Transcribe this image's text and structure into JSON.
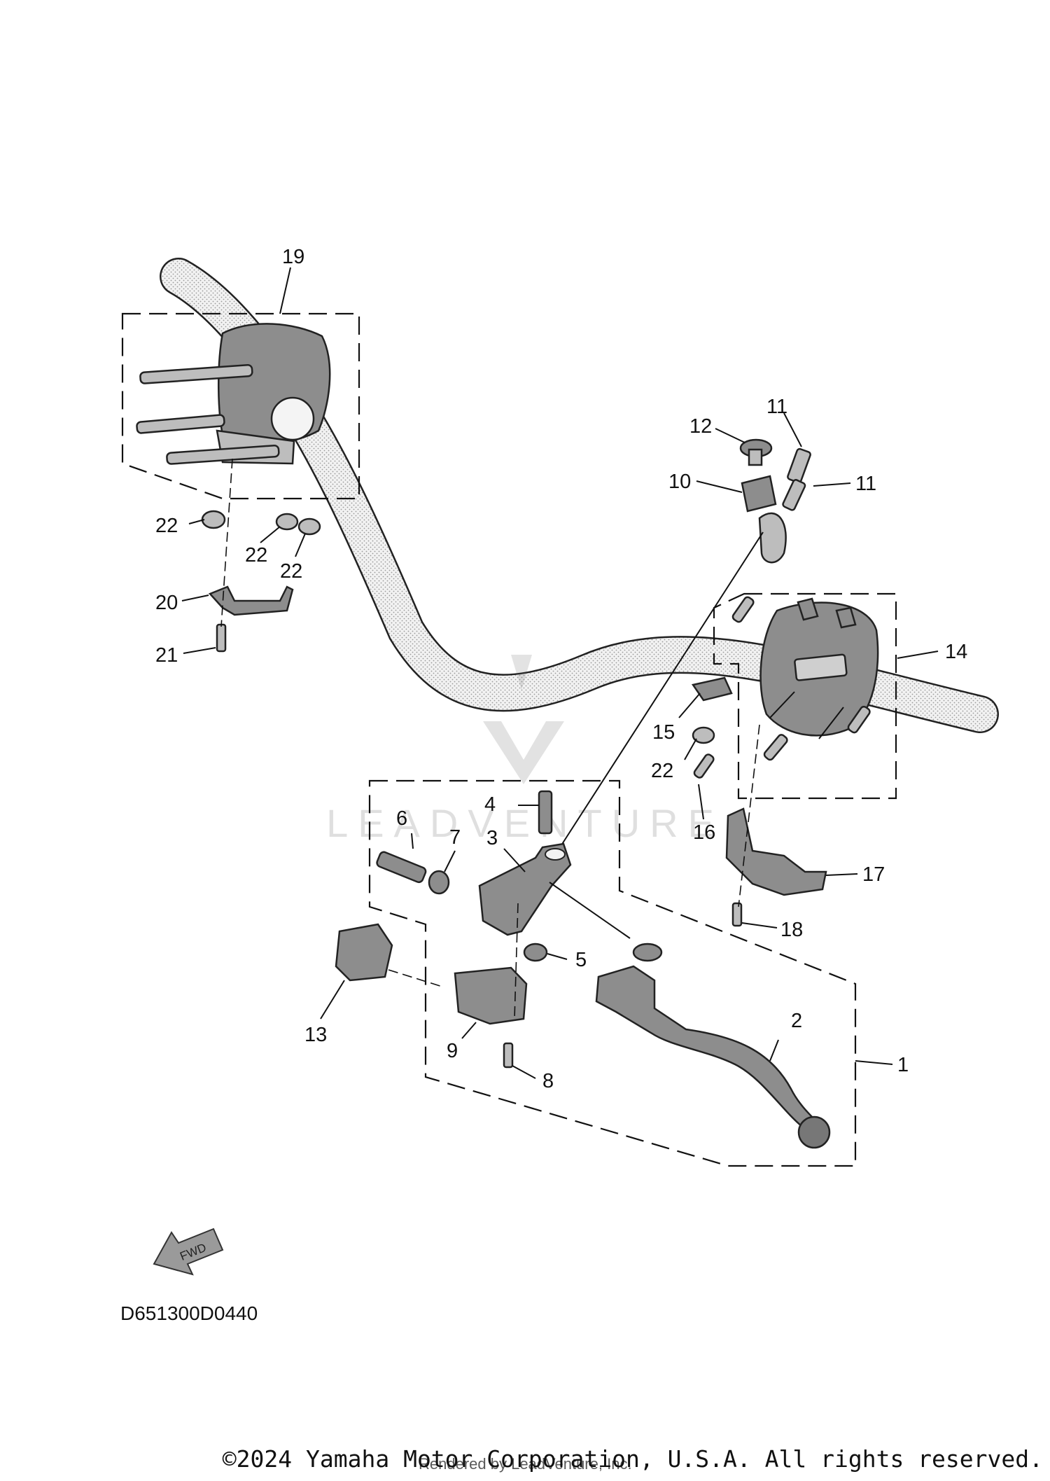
{
  "diagram": {
    "callouts": [
      {
        "id": "c1",
        "label": "1"
      },
      {
        "id": "c2",
        "label": "2"
      },
      {
        "id": "c3",
        "label": "3"
      },
      {
        "id": "c4",
        "label": "4"
      },
      {
        "id": "c5",
        "label": "5"
      },
      {
        "id": "c6",
        "label": "6"
      },
      {
        "id": "c7",
        "label": "7"
      },
      {
        "id": "c8",
        "label": "8"
      },
      {
        "id": "c9",
        "label": "9"
      },
      {
        "id": "c10",
        "label": "10"
      },
      {
        "id": "c11a",
        "label": "11"
      },
      {
        "id": "c11b",
        "label": "11"
      },
      {
        "id": "c12",
        "label": "12"
      },
      {
        "id": "c13",
        "label": "13"
      },
      {
        "id": "c14",
        "label": "14"
      },
      {
        "id": "c15",
        "label": "15"
      },
      {
        "id": "c16",
        "label": "16"
      },
      {
        "id": "c17",
        "label": "17"
      },
      {
        "id": "c18",
        "label": "18"
      },
      {
        "id": "c19",
        "label": "19"
      },
      {
        "id": "c20",
        "label": "20"
      },
      {
        "id": "c21",
        "label": "21"
      },
      {
        "id": "c22a",
        "label": "22"
      },
      {
        "id": "c22b",
        "label": "22"
      },
      {
        "id": "c22c",
        "label": "22"
      },
      {
        "id": "c22d",
        "label": "22"
      }
    ],
    "fwd_label": "FWD",
    "watermark": "LEADVENTURE",
    "diagram_code": "D651300D0440"
  },
  "footer": {
    "copyright": "©2024 Yamaha Motor Corporation, U.S.A. All rights reserved.",
    "rendered_by": "Rendered by LeadVenture, Inc."
  }
}
